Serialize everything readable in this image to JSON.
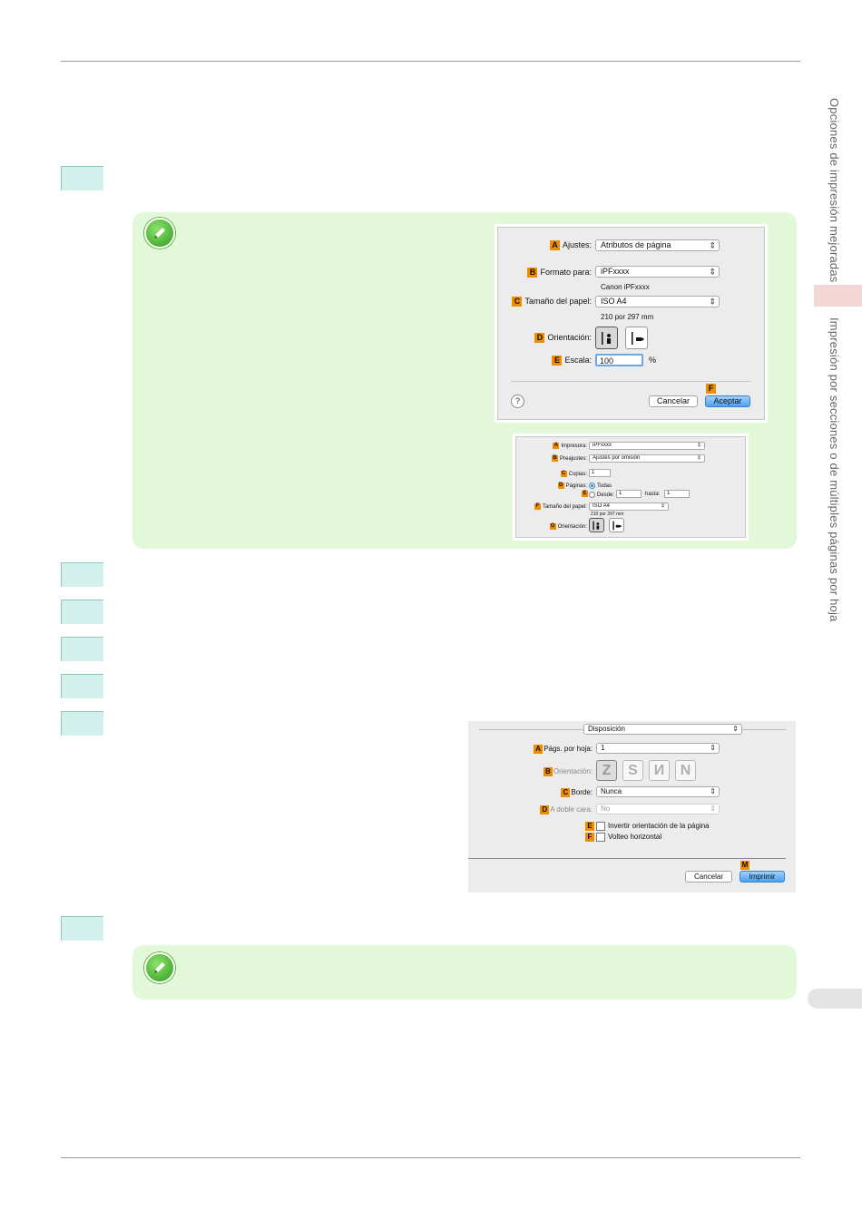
{
  "sidebar": {
    "section1": "Opciones de impresión mejoradas",
    "section2": "Impresión por secciones o de múltiples páginas por hoja"
  },
  "dialog1": {
    "ajustes_label": "Ajustes:",
    "ajustes_value": "Atributos de página",
    "formato_label": "Formato para:",
    "formato_value": "iPFxxxx",
    "formato_sub": "Canon iPFxxxx",
    "tamano_label": "Tamaño del papel:",
    "tamano_value": "ISO A4",
    "tamano_sub": "210 por 297 mm",
    "orientacion_label": "Orientación:",
    "escala_label": "Escala:",
    "escala_value": "100",
    "escala_unit": "%",
    "help": "?",
    "cancel": "Cancelar",
    "ok": "Aceptar",
    "badges": [
      "A",
      "B",
      "C",
      "D",
      "E",
      "F"
    ]
  },
  "dialog2": {
    "impresora_label": "Impresora:",
    "impresora_value": "iPFxxxx",
    "preajustes_label": "Preajustes:",
    "preajustes_value": "Ajustes por omisión",
    "copias_label": "Copias:",
    "copias_value": "1",
    "paginas_label": "Páginas:",
    "todas": "Todas",
    "desde": "Desde:",
    "desde_value": "1",
    "hasta": "hasta:",
    "hasta_value": "1",
    "tamano_label": "Tamaño del papel:",
    "tamano_value": "ISO A4",
    "tamano_sub": "210 por 297 mm",
    "orientacion_label": "Orientación:",
    "badges": [
      "A",
      "B",
      "C",
      "D",
      "E",
      "F",
      "G"
    ]
  },
  "dialog3": {
    "disposicion": "Disposición",
    "pags_label": "Págs. por hoja:",
    "pags_value": "1",
    "orientacion_label": "Orientación:",
    "borde_label": "Borde:",
    "borde_value": "Nunca",
    "doble_label": "A doble cara:",
    "doble_value": "No",
    "invertir": "Invertir orientación de la página",
    "volteo": "Volteo horizontal",
    "cancel": "Cancelar",
    "print": "Imprimir",
    "badges": [
      "A",
      "B",
      "C",
      "D",
      "E",
      "F",
      "M"
    ]
  }
}
